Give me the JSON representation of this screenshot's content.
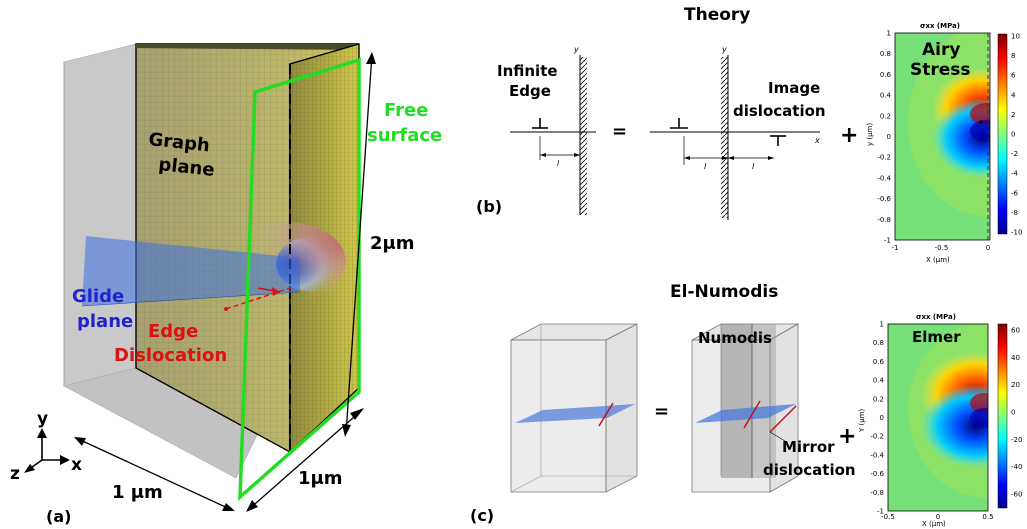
{
  "panel_a": {
    "graph_plane": [
      "Graph",
      "plane"
    ],
    "free_surface": [
      "Free",
      "surface"
    ],
    "glide_plane": [
      "Glide",
      "plane"
    ],
    "edge_dislocation": [
      "Edge",
      "Dislocation"
    ],
    "height": "2μm",
    "width": "1 μm",
    "depth": "1μm",
    "axis_y": "y",
    "axis_x": "x",
    "axis_z": "z",
    "panel_label": "(a)"
  },
  "panel_b": {
    "title": "Theory",
    "infinite_edge": [
      "Infinite",
      "Edge"
    ],
    "image_dislocation": [
      "Image",
      "dislocation"
    ],
    "equals": "=",
    "plus": "+",
    "axis_y": "y",
    "axis_x": "x",
    "dist_l": "l",
    "panel_label": "(b)",
    "plot": {
      "title": "σxx (MPa)",
      "label": [
        "Airy",
        "Stress"
      ],
      "xlabel": "X (μm)",
      "ylabel": "y (μm)",
      "xticks": [
        "-1",
        "-0.5",
        "0"
      ],
      "yticks": [
        "1",
        "0.8",
        "0.6",
        "0.4",
        "0.2",
        "0",
        "-0.2",
        "-0.4",
        "-0.6",
        "-0.8",
        "-1"
      ],
      "cbar_ticks": [
        "10",
        "8",
        "6",
        "4",
        "2",
        "0",
        "-2",
        "-4",
        "-6",
        "-8",
        "-10"
      ]
    }
  },
  "panel_c": {
    "title": "El-Numodis",
    "numodis": "Numodis",
    "mirror_dislocation": [
      "Mirror",
      "dislocation"
    ],
    "equals": "=",
    "plus": "+",
    "panel_label": "(c)",
    "plot": {
      "title": "σxx (MPa)",
      "label": "Elmer",
      "xlabel": "X (μm)",
      "ylabel": "Y (μm)",
      "xticks": [
        "-0.5",
        "0",
        "0.5"
      ],
      "yticks": [
        "1",
        "0.8",
        "0.6",
        "0.4",
        "0.2",
        "0",
        "-0.2",
        "-0.4",
        "-0.6",
        "-0.8",
        "-1"
      ],
      "cbar_ticks": [
        "60",
        "40",
        "20",
        "0",
        "-20",
        "-40",
        "-60"
      ]
    }
  },
  "colors": {
    "free_surface": "#22dd22",
    "glide": "#2222cc",
    "edge": "#dd1111",
    "mesh": "#c8c83a"
  }
}
